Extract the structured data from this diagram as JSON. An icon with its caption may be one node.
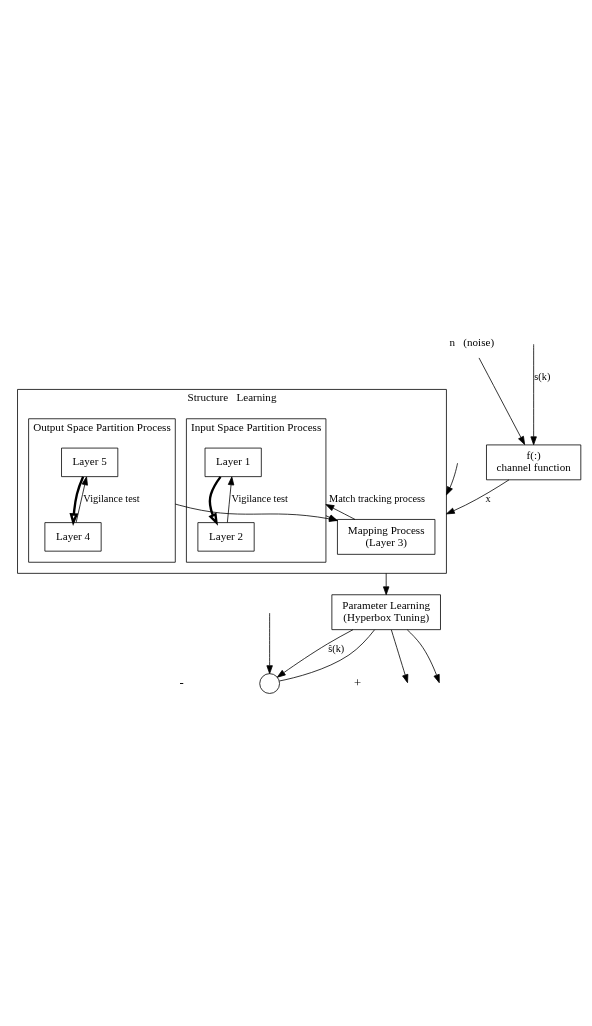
{
  "diagram": {
    "nodes": [
      {
        "text": [
          "f(:)",
          "channel function"
        ]
      },
      {
        "text": [
          "n   (noise)"
        ]
      },
      {
        "text": [
          "Structure   Learning"
        ]
      },
      {
        "text": [
          "Input Space Partition Process"
        ],
        "in": 2
      },
      {
        "text": [
          "Layer 1"
        ],
        "in": 3
      },
      {
        "text": [
          "Layer 2"
        ],
        "in": 3
      },
      {
        "text": [
          "Output Space Partition Process"
        ],
        "in": 2
      },
      {
        "text": [
          "Layer 5"
        ],
        "in": 6
      },
      {
        "text": [
          "Layer 4"
        ],
        "in": 6
      },
      {
        "text": [
          "Mapping Process",
          "(Layer 3)"
        ],
        "in": 2
      },
      {
        "text": [
          "Parameter Learning",
          "(Hyperbox Tuning)"
        ]
      },
      {
        "text": [],
        "shape": "circle"
      }
    ],
    "edges": [
      {
        "from": null,
        "to": 0,
        "arrow": "to",
        "label": "s(k)"
      },
      {
        "from": null,
        "to": 2,
        "arrow": "to"
      },
      {
        "from": null,
        "to": 11,
        "arrow": "to"
      },
      {
        "from": 1,
        "to": 0,
        "arrow": "to"
      },
      {
        "from": 0,
        "to": 2,
        "arrow": "to",
        "label": "x"
      },
      {
        "from": 4,
        "to": 5,
        "arrow": "to",
        "style": "thick"
      },
      {
        "from": 5,
        "to": 4,
        "arrow": "to",
        "label": "Vigilance test"
      },
      {
        "from": 7,
        "to": 8,
        "arrow": "to",
        "style": "thick"
      },
      {
        "from": 8,
        "to": 7,
        "arrow": "to",
        "label": "Vigilance test"
      },
      {
        "from": 3,
        "to": 9,
        "arrow": "to"
      },
      {
        "from": 6,
        "to": 9,
        "arrow": "to"
      },
      {
        "from": 9,
        "to": 3,
        "arrow": "to",
        "label": "Match tracking process"
      },
      {
        "from": 2,
        "to": 10,
        "arrow": "to"
      },
      {
        "from": 10,
        "to": null,
        "arrow": "to"
      },
      {
        "from": 10,
        "to": null,
        "arrow": "to"
      },
      {
        "from": 10,
        "to": 11,
        "arrow": "to",
        "label": "ŝ(k)"
      },
      {
        "from": 11,
        "to": 10,
        "arrow": "none"
      }
    ],
    "labels": [
      "-",
      "+"
    ]
  }
}
